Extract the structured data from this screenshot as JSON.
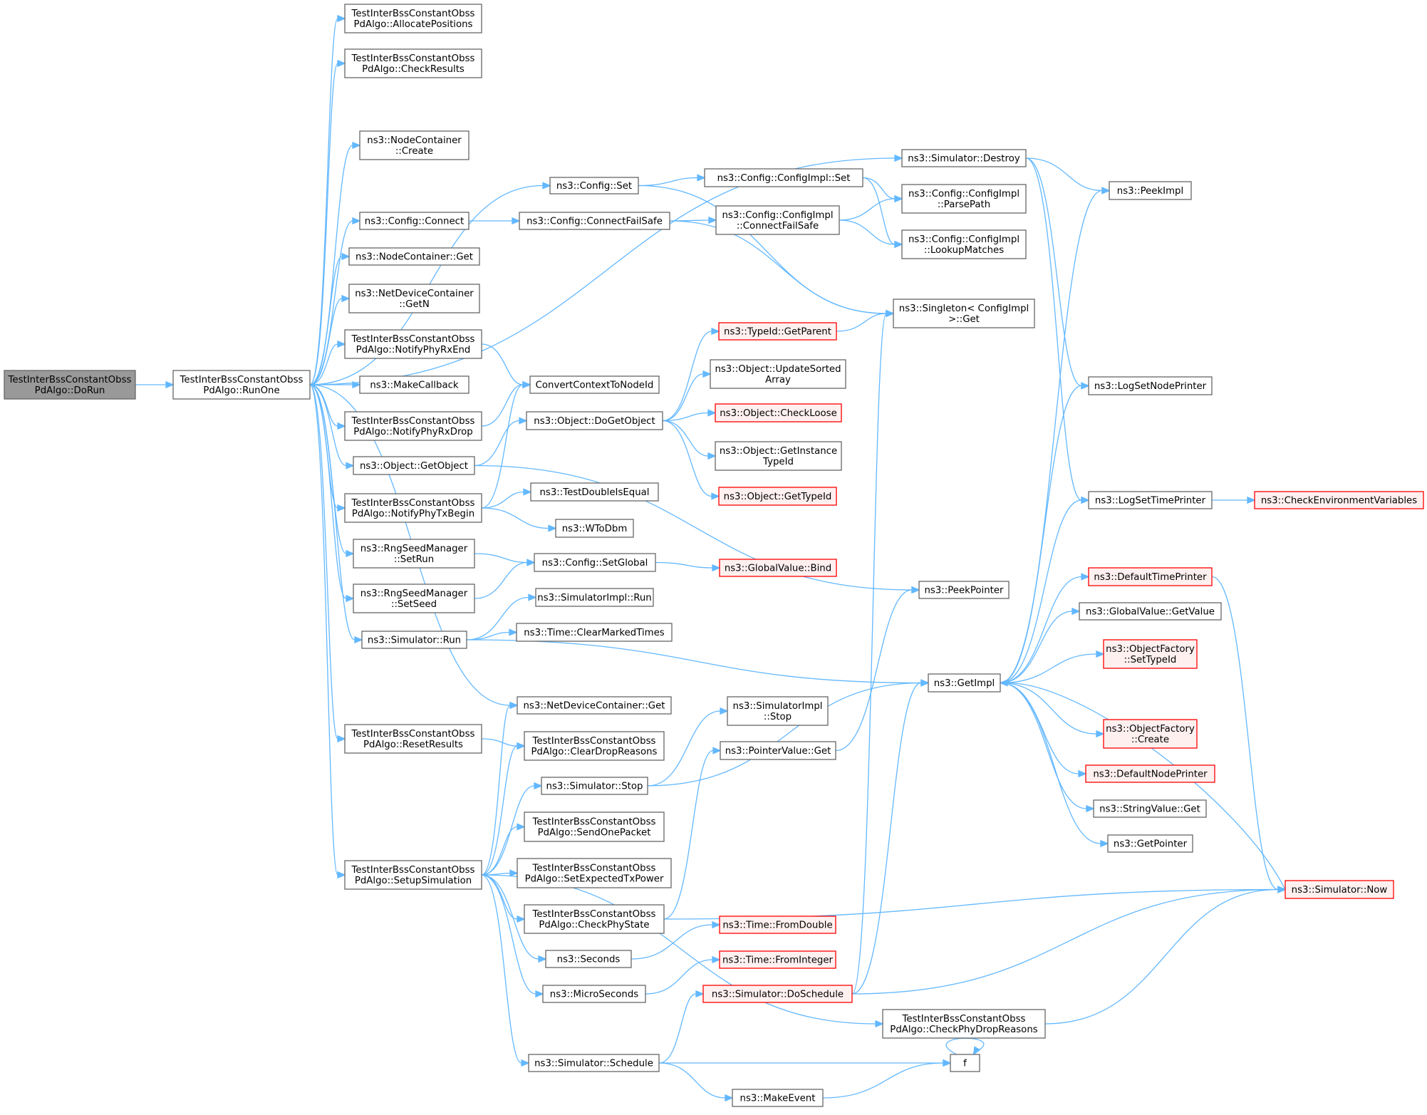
{
  "colors": {
    "edge": "#63b8ff",
    "node_border": "#666666",
    "node_fill": "#ffffff",
    "root_fill": "#999999",
    "root_border": "#666666",
    "truncated_border": "#ff0000",
    "truncated_fill": "#fff0f0",
    "text": "#000000"
  },
  "nodes": [
    {
      "id": "dorun",
      "style": "root",
      "lines": [
        "TestInterBssConstantObss",
        "PdAlgo::DoRun"
      ]
    },
    {
      "id": "runone",
      "style": "normal",
      "lines": [
        "TestInterBssConstantObss",
        "PdAlgo::RunOne"
      ]
    },
    {
      "id": "allocpos",
      "style": "normal",
      "lines": [
        "TestInterBssConstantObss",
        "PdAlgo::AllocatePositions"
      ]
    },
    {
      "id": "checkres",
      "style": "normal",
      "lines": [
        "TestInterBssConstantObss",
        "PdAlgo::CheckResults"
      ]
    },
    {
      "id": "nccreate",
      "style": "normal",
      "lines": [
        "ns3::NodeContainer",
        "::Create"
      ]
    },
    {
      "id": "cfgset",
      "style": "normal",
      "lines": [
        "ns3::Config::Set"
      ]
    },
    {
      "id": "cfgconnect",
      "style": "normal",
      "lines": [
        "ns3::Config::Connect"
      ]
    },
    {
      "id": "ncget",
      "style": "normal",
      "lines": [
        "ns3::NodeContainer::Get"
      ]
    },
    {
      "id": "ndcgetn",
      "style": "normal",
      "lines": [
        "ns3::NetDeviceContainer",
        "::GetN"
      ]
    },
    {
      "id": "notifyrxend",
      "style": "normal",
      "lines": [
        "TestInterBssConstantObss",
        "PdAlgo::NotifyPhyRxEnd"
      ]
    },
    {
      "id": "makecb",
      "style": "normal",
      "lines": [
        "ns3::MakeCallback"
      ]
    },
    {
      "id": "notifyrxdrop",
      "style": "normal",
      "lines": [
        "TestInterBssConstantObss",
        "PdAlgo::NotifyPhyRxDrop"
      ]
    },
    {
      "id": "getobject",
      "style": "normal",
      "lines": [
        "ns3::Object::GetObject"
      ]
    },
    {
      "id": "notifytxbegin",
      "style": "normal",
      "lines": [
        "TestInterBssConstantObss",
        "PdAlgo::NotifyPhyTxBegin"
      ]
    },
    {
      "id": "rngsetrun",
      "style": "normal",
      "lines": [
        "ns3::RngSeedManager",
        "::SetRun"
      ]
    },
    {
      "id": "rngsetseed",
      "style": "normal",
      "lines": [
        "ns3::RngSeedManager",
        "::SetSeed"
      ]
    },
    {
      "id": "simrun",
      "style": "normal",
      "lines": [
        "ns3::Simulator::Run"
      ]
    },
    {
      "id": "ndcget",
      "style": "normal",
      "lines": [
        "ns3::NetDeviceContainer::Get"
      ]
    },
    {
      "id": "resetres",
      "style": "normal",
      "lines": [
        "TestInterBssConstantObss",
        "PdAlgo::ResetResults"
      ]
    },
    {
      "id": "setupsim",
      "style": "normal",
      "lines": [
        "TestInterBssConstantObss",
        "PdAlgo::SetupSimulation"
      ]
    },
    {
      "id": "cfgimplset",
      "style": "normal",
      "lines": [
        "ns3::Config::ConfigImpl::Set"
      ]
    },
    {
      "id": "cfgconnfs",
      "style": "normal",
      "lines": [
        "ns3::Config::ConnectFailSafe"
      ]
    },
    {
      "id": "convctx",
      "style": "normal",
      "lines": [
        "ConvertContextToNodeId"
      ]
    },
    {
      "id": "dogetobject",
      "style": "normal",
      "lines": [
        "ns3::Object::DoGetObject"
      ]
    },
    {
      "id": "testdouble",
      "style": "normal",
      "lines": [
        "ns3::TestDoubleIsEqual"
      ]
    },
    {
      "id": "wtodbm",
      "style": "normal",
      "lines": [
        "ns3::WToDbm"
      ]
    },
    {
      "id": "cfgsetglobal",
      "style": "normal",
      "lines": [
        "ns3::Config::SetGlobal"
      ]
    },
    {
      "id": "simimplrun",
      "style": "normal",
      "lines": [
        "ns3::SimulatorImpl::Run"
      ]
    },
    {
      "id": "clearmarked",
      "style": "normal",
      "lines": [
        "ns3::Time::ClearMarkedTimes"
      ]
    },
    {
      "id": "cleardrop",
      "style": "normal",
      "lines": [
        "TestInterBssConstantObss",
        "PdAlgo::ClearDropReasons"
      ]
    },
    {
      "id": "simstop",
      "style": "normal",
      "lines": [
        "ns3::Simulator::Stop"
      ]
    },
    {
      "id": "sendone",
      "style": "normal",
      "lines": [
        "TestInterBssConstantObss",
        "PdAlgo::SendOnePacket"
      ]
    },
    {
      "id": "setexptx",
      "style": "normal",
      "lines": [
        "TestInterBssConstantObss",
        "PdAlgo::SetExpectedTxPower"
      ]
    },
    {
      "id": "checkphy",
      "style": "normal",
      "lines": [
        "TestInterBssConstantObss",
        "PdAlgo::CheckPhyState"
      ]
    },
    {
      "id": "seconds",
      "style": "normal",
      "lines": [
        "ns3::Seconds"
      ]
    },
    {
      "id": "microsec",
      "style": "normal",
      "lines": [
        "ns3::MicroSeconds"
      ]
    },
    {
      "id": "simschedule",
      "style": "normal",
      "lines": [
        "ns3::Simulator::Schedule"
      ]
    },
    {
      "id": "simdestroy",
      "style": "normal",
      "lines": [
        "ns3::Simulator::Destroy"
      ]
    },
    {
      "id": "cfgimplcfs",
      "style": "normal",
      "lines": [
        "ns3::Config::ConfigImpl",
        "::ConnectFailSafe"
      ]
    },
    {
      "id": "typeidparent",
      "style": "truncated",
      "lines": [
        "ns3::TypeId::GetParent"
      ]
    },
    {
      "id": "updsorted",
      "style": "normal",
      "lines": [
        "ns3::Object::UpdateSorted",
        "Array"
      ]
    },
    {
      "id": "checkloose",
      "style": "truncated",
      "lines": [
        "ns3::Object::CheckLoose"
      ]
    },
    {
      "id": "getinsttid",
      "style": "normal",
      "lines": [
        "ns3::Object::GetInstance",
        "TypeId"
      ]
    },
    {
      "id": "gettypeid",
      "style": "truncated",
      "lines": [
        "ns3::Object::GetTypeId"
      ]
    },
    {
      "id": "gvbind",
      "style": "truncated",
      "lines": [
        "ns3::GlobalValue::Bind"
      ]
    },
    {
      "id": "simimplstop",
      "style": "normal",
      "lines": [
        "ns3::SimulatorImpl",
        "::Stop"
      ]
    },
    {
      "id": "ptrvalget",
      "style": "normal",
      "lines": [
        "ns3::PointerValue::Get"
      ]
    },
    {
      "id": "fromdouble",
      "style": "truncated",
      "lines": [
        "ns3::Time::FromDouble"
      ]
    },
    {
      "id": "fromint",
      "style": "truncated",
      "lines": [
        "ns3::Time::FromInteger"
      ]
    },
    {
      "id": "doschedule",
      "style": "truncated",
      "lines": [
        "ns3::Simulator::DoSchedule"
      ]
    },
    {
      "id": "checkdropr",
      "style": "normal",
      "lines": [
        "TestInterBssConstantObss",
        "PdAlgo::CheckPhyDropReasons"
      ]
    },
    {
      "id": "makeevent",
      "style": "normal",
      "lines": [
        "ns3::MakeEvent"
      ]
    },
    {
      "id": "f",
      "style": "normal",
      "lines": [
        "f"
      ]
    },
    {
      "id": "parsepath",
      "style": "normal",
      "lines": [
        "ns3::Config::ConfigImpl",
        "::ParsePath"
      ]
    },
    {
      "id": "lookupm",
      "style": "normal",
      "lines": [
        "ns3::Config::ConfigImpl",
        "::LookupMatches"
      ]
    },
    {
      "id": "singleton",
      "style": "normal",
      "lines": [
        "ns3::Singleton< ConfigImpl",
        " >::Get"
      ]
    },
    {
      "id": "peekptr",
      "style": "normal",
      "lines": [
        "ns3::PeekPointer"
      ]
    },
    {
      "id": "getimpl",
      "style": "normal",
      "lines": [
        "ns3::GetImpl"
      ]
    },
    {
      "id": "peekimpl",
      "style": "normal",
      "lines": [
        "ns3::PeekImpl"
      ]
    },
    {
      "id": "lognode",
      "style": "normal",
      "lines": [
        "ns3::LogSetNodePrinter"
      ]
    },
    {
      "id": "logtime",
      "style": "normal",
      "lines": [
        "ns3::LogSetTimePrinter"
      ]
    },
    {
      "id": "deftime",
      "style": "truncated",
      "lines": [
        "ns3::DefaultTimePrinter"
      ]
    },
    {
      "id": "gvgetvalue",
      "style": "normal",
      "lines": [
        "ns3::GlobalValue::GetValue"
      ]
    },
    {
      "id": "ofsettid",
      "style": "truncated",
      "lines": [
        "ns3::ObjectFactory",
        "::SetTypeId"
      ]
    },
    {
      "id": "ofcreate",
      "style": "truncated",
      "lines": [
        "ns3::ObjectFactory",
        "::Create"
      ]
    },
    {
      "id": "defnode",
      "style": "truncated",
      "lines": [
        "ns3::DefaultNodePrinter"
      ]
    },
    {
      "id": "strvalget",
      "style": "normal",
      "lines": [
        "ns3::StringValue::Get"
      ]
    },
    {
      "id": "getpointer",
      "style": "normal",
      "lines": [
        "ns3::GetPointer"
      ]
    },
    {
      "id": "checkenv",
      "style": "truncated",
      "lines": [
        "ns3::CheckEnvironmentVariables"
      ]
    },
    {
      "id": "simnow",
      "style": "truncated",
      "lines": [
        "ns3::Simulator::Now"
      ]
    }
  ],
  "edges": [
    [
      "dorun",
      "runone"
    ],
    [
      "runone",
      "allocpos"
    ],
    [
      "runone",
      "checkres"
    ],
    [
      "runone",
      "nccreate"
    ],
    [
      "runone",
      "cfgset"
    ],
    [
      "runone",
      "cfgconnect"
    ],
    [
      "runone",
      "ncget"
    ],
    [
      "runone",
      "ndcgetn"
    ],
    [
      "runone",
      "notifyrxend"
    ],
    [
      "runone",
      "makecb"
    ],
    [
      "runone",
      "notifyrxdrop"
    ],
    [
      "runone",
      "getobject"
    ],
    [
      "runone",
      "notifytxbegin"
    ],
    [
      "runone",
      "rngsetrun"
    ],
    [
      "runone",
      "rngsetseed"
    ],
    [
      "runone",
      "simrun"
    ],
    [
      "runone",
      "ndcget"
    ],
    [
      "runone",
      "resetres"
    ],
    [
      "runone",
      "setupsim"
    ],
    [
      "runone",
      "simdestroy"
    ],
    [
      "cfgset",
      "cfgimplset"
    ],
    [
      "cfgset",
      "singleton"
    ],
    [
      "cfgconnect",
      "cfgconnfs"
    ],
    [
      "cfgconnfs",
      "cfgimplcfs"
    ],
    [
      "cfgconnfs",
      "singleton"
    ],
    [
      "cfgimplset",
      "parsepath"
    ],
    [
      "cfgimplset",
      "lookupm"
    ],
    [
      "cfgimplcfs",
      "parsepath"
    ],
    [
      "cfgimplcfs",
      "lookupm"
    ],
    [
      "notifyrxend",
      "convctx"
    ],
    [
      "notifyrxdrop",
      "convctx"
    ],
    [
      "notifytxbegin",
      "convctx"
    ],
    [
      "notifytxbegin",
      "testdouble"
    ],
    [
      "notifytxbegin",
      "wtodbm"
    ],
    [
      "getobject",
      "dogetobject"
    ],
    [
      "getobject",
      "peekptr"
    ],
    [
      "dogetobject",
      "typeidparent"
    ],
    [
      "dogetobject",
      "updsorted"
    ],
    [
      "dogetobject",
      "checkloose"
    ],
    [
      "dogetobject",
      "getinsttid"
    ],
    [
      "dogetobject",
      "gettypeid"
    ],
    [
      "typeidparent",
      "singleton"
    ],
    [
      "rngsetrun",
      "cfgsetglobal"
    ],
    [
      "rngsetseed",
      "cfgsetglobal"
    ],
    [
      "cfgsetglobal",
      "gvbind"
    ],
    [
      "simrun",
      "simimplrun"
    ],
    [
      "simrun",
      "clearmarked"
    ],
    [
      "simrun",
      "getimpl"
    ],
    [
      "resetres",
      "cleardrop"
    ],
    [
      "setupsim",
      "ndcget"
    ],
    [
      "setupsim",
      "cleardrop"
    ],
    [
      "setupsim",
      "simstop"
    ],
    [
      "setupsim",
      "sendone"
    ],
    [
      "setupsim",
      "setexptx"
    ],
    [
      "setupsim",
      "checkphy"
    ],
    [
      "setupsim",
      "seconds"
    ],
    [
      "setupsim",
      "microsec"
    ],
    [
      "setupsim",
      "checkdropr"
    ],
    [
      "setupsim",
      "simschedule"
    ],
    [
      "simstop",
      "simimplstop"
    ],
    [
      "simstop",
      "getimpl"
    ],
    [
      "checkphy",
      "ptrvalget"
    ],
    [
      "checkphy",
      "simnow"
    ],
    [
      "ptrvalget",
      "peekptr"
    ],
    [
      "seconds",
      "fromdouble"
    ],
    [
      "microsec",
      "fromint"
    ],
    [
      "simschedule",
      "doschedule"
    ],
    [
      "simschedule",
      "makeevent"
    ],
    [
      "simschedule",
      "f"
    ],
    [
      "makeevent",
      "f"
    ],
    [
      "f",
      "f"
    ],
    [
      "doschedule",
      "singleton"
    ],
    [
      "doschedule",
      "getimpl"
    ],
    [
      "doschedule",
      "simnow"
    ],
    [
      "checkdropr",
      "simnow"
    ],
    [
      "simdestroy",
      "peekimpl"
    ],
    [
      "simdestroy",
      "lognode"
    ],
    [
      "simdestroy",
      "logtime"
    ],
    [
      "getimpl",
      "peekimpl"
    ],
    [
      "getimpl",
      "lognode"
    ],
    [
      "getimpl",
      "logtime"
    ],
    [
      "getimpl",
      "deftime"
    ],
    [
      "getimpl",
      "gvgetvalue"
    ],
    [
      "getimpl",
      "ofsettid"
    ],
    [
      "getimpl",
      "ofcreate"
    ],
    [
      "getimpl",
      "defnode"
    ],
    [
      "getimpl",
      "strvalget"
    ],
    [
      "getimpl",
      "getpointer"
    ],
    [
      "logtime",
      "checkenv"
    ],
    [
      "deftime",
      "simnow"
    ],
    [
      "simnow",
      "getimpl"
    ]
  ]
}
